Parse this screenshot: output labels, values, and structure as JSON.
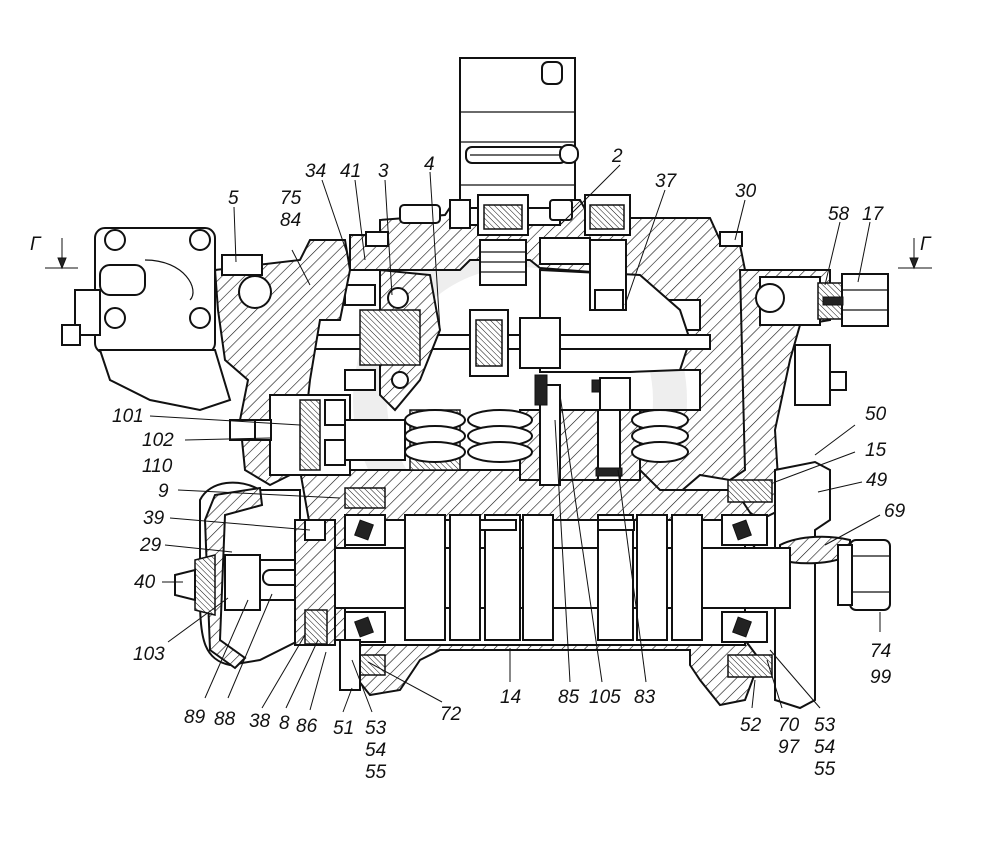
{
  "section": {
    "left_marker": "Г",
    "right_marker": "Г"
  },
  "watermark": "data-parts",
  "callouts": [
    {
      "id": "c-2",
      "lines": [
        "2"
      ]
    },
    {
      "id": "c-37",
      "lines": [
        "37"
      ]
    },
    {
      "id": "c-30",
      "lines": [
        "30"
      ]
    },
    {
      "id": "c-58",
      "lines": [
        "58"
      ]
    },
    {
      "id": "c-17",
      "lines": [
        "17"
      ]
    },
    {
      "id": "c-34",
      "lines": [
        "34"
      ]
    },
    {
      "id": "c-41",
      "lines": [
        "41"
      ]
    },
    {
      "id": "c-3",
      "lines": [
        "3"
      ]
    },
    {
      "id": "c-4",
      "lines": [
        "4"
      ]
    },
    {
      "id": "c-5",
      "lines": [
        "5"
      ]
    },
    {
      "id": "c-75-84",
      "lines": [
        "75",
        "84"
      ]
    },
    {
      "id": "c-101",
      "lines": [
        "101"
      ]
    },
    {
      "id": "c-102",
      "lines": [
        "102"
      ]
    },
    {
      "id": "c-110",
      "lines": [
        "110"
      ]
    },
    {
      "id": "c-9",
      "lines": [
        "9"
      ]
    },
    {
      "id": "c-39",
      "lines": [
        "39"
      ]
    },
    {
      "id": "c-29",
      "lines": [
        "29"
      ]
    },
    {
      "id": "c-40",
      "lines": [
        "40"
      ]
    },
    {
      "id": "c-103",
      "lines": [
        "103"
      ]
    },
    {
      "id": "c-89",
      "lines": [
        "89"
      ]
    },
    {
      "id": "c-88",
      "lines": [
        "88"
      ]
    },
    {
      "id": "c-38",
      "lines": [
        "38"
      ]
    },
    {
      "id": "c-8",
      "lines": [
        "8"
      ]
    },
    {
      "id": "c-86",
      "lines": [
        "86"
      ]
    },
    {
      "id": "c-51",
      "lines": [
        "51"
      ]
    },
    {
      "id": "c-53-54-55-left",
      "lines": [
        "53",
        "54",
        "55"
      ]
    },
    {
      "id": "c-72",
      "lines": [
        "72"
      ]
    },
    {
      "id": "c-14",
      "lines": [
        "14"
      ]
    },
    {
      "id": "c-85",
      "lines": [
        "85"
      ]
    },
    {
      "id": "c-105",
      "lines": [
        "105"
      ]
    },
    {
      "id": "c-83",
      "lines": [
        "83"
      ]
    },
    {
      "id": "c-52",
      "lines": [
        "52"
      ]
    },
    {
      "id": "c-70-97",
      "lines": [
        "70",
        "97"
      ]
    },
    {
      "id": "c-53-54-55-right",
      "lines": [
        "53",
        "54",
        "55"
      ]
    },
    {
      "id": "c-74-99",
      "lines": [
        "74",
        "99"
      ]
    },
    {
      "id": "c-50",
      "lines": [
        "50"
      ]
    },
    {
      "id": "c-15",
      "lines": [
        "15"
      ]
    },
    {
      "id": "c-49",
      "lines": [
        "49"
      ]
    },
    {
      "id": "c-69",
      "lines": [
        "69"
      ]
    }
  ]
}
